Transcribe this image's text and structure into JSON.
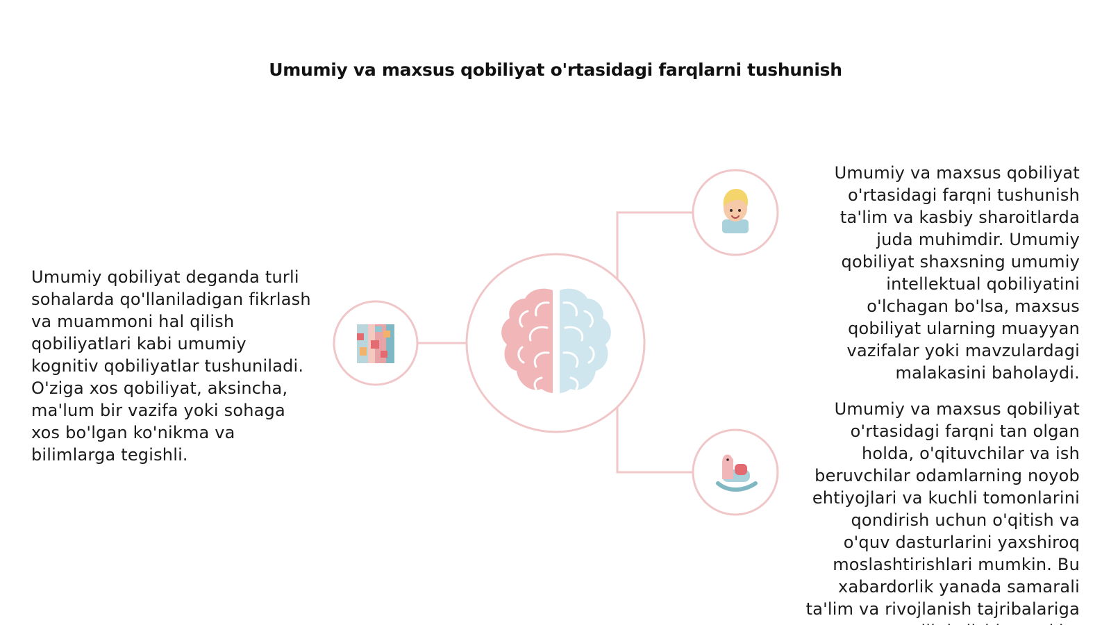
{
  "title": "Umumiy va maxsus qobiliyat o'rtasidagi farqlarni tushunish",
  "left_text": "Umumiy qobiliyat deganda turli sohalarda qo'llaniladigan fikrlash va muammoni hal qilish qobiliyatlari kabi umumiy kognitiv qobiliyatlar tushuniladi. O'ziga xos qobiliyat, aksincha, ma'lum bir vazifa yoki sohaga xos bo'lgan ko'nikma va bilimlarga tegishli.",
  "right_top_text": "Umumiy va maxsus qobiliyat o'rtasidagi farqni tushunish ta'lim va kasbiy sharoitlarda juda muhimdir. Umumiy qobiliyat shaxsning umumiy intellektual qobiliyatini o'lchagan bo'lsa, maxsus qobiliyat ularning muayyan vazifalar yoki mavzulardagi malakasini baholaydi.",
  "right_bottom_text": "Umumiy va maxsus qobiliyat o'rtasidagi farqni tan olgan holda, o'qituvchilar va ish beruvchilar odamlarning noyob ehtiyojlari va kuchli tomonlarini qondirish uchun o'qitish va o'quv dasturlarini yaxshiroq moslashtirishlari mumkin. Bu xabardorlik yanada samarali ta'lim va rivojlanish tajribalariga olib kelishi mumkin.",
  "icons": {
    "center": "brain-icon",
    "left": "puzzle-blocks-icon",
    "top_right": "child-face-icon",
    "bottom_right": "rocking-horse-icon"
  },
  "colors": {
    "connector": "#f2c7c9",
    "circle_stroke": "#f0c6c8",
    "brain_left": "#f0b6b8",
    "brain_right": "#cfe6ee"
  }
}
